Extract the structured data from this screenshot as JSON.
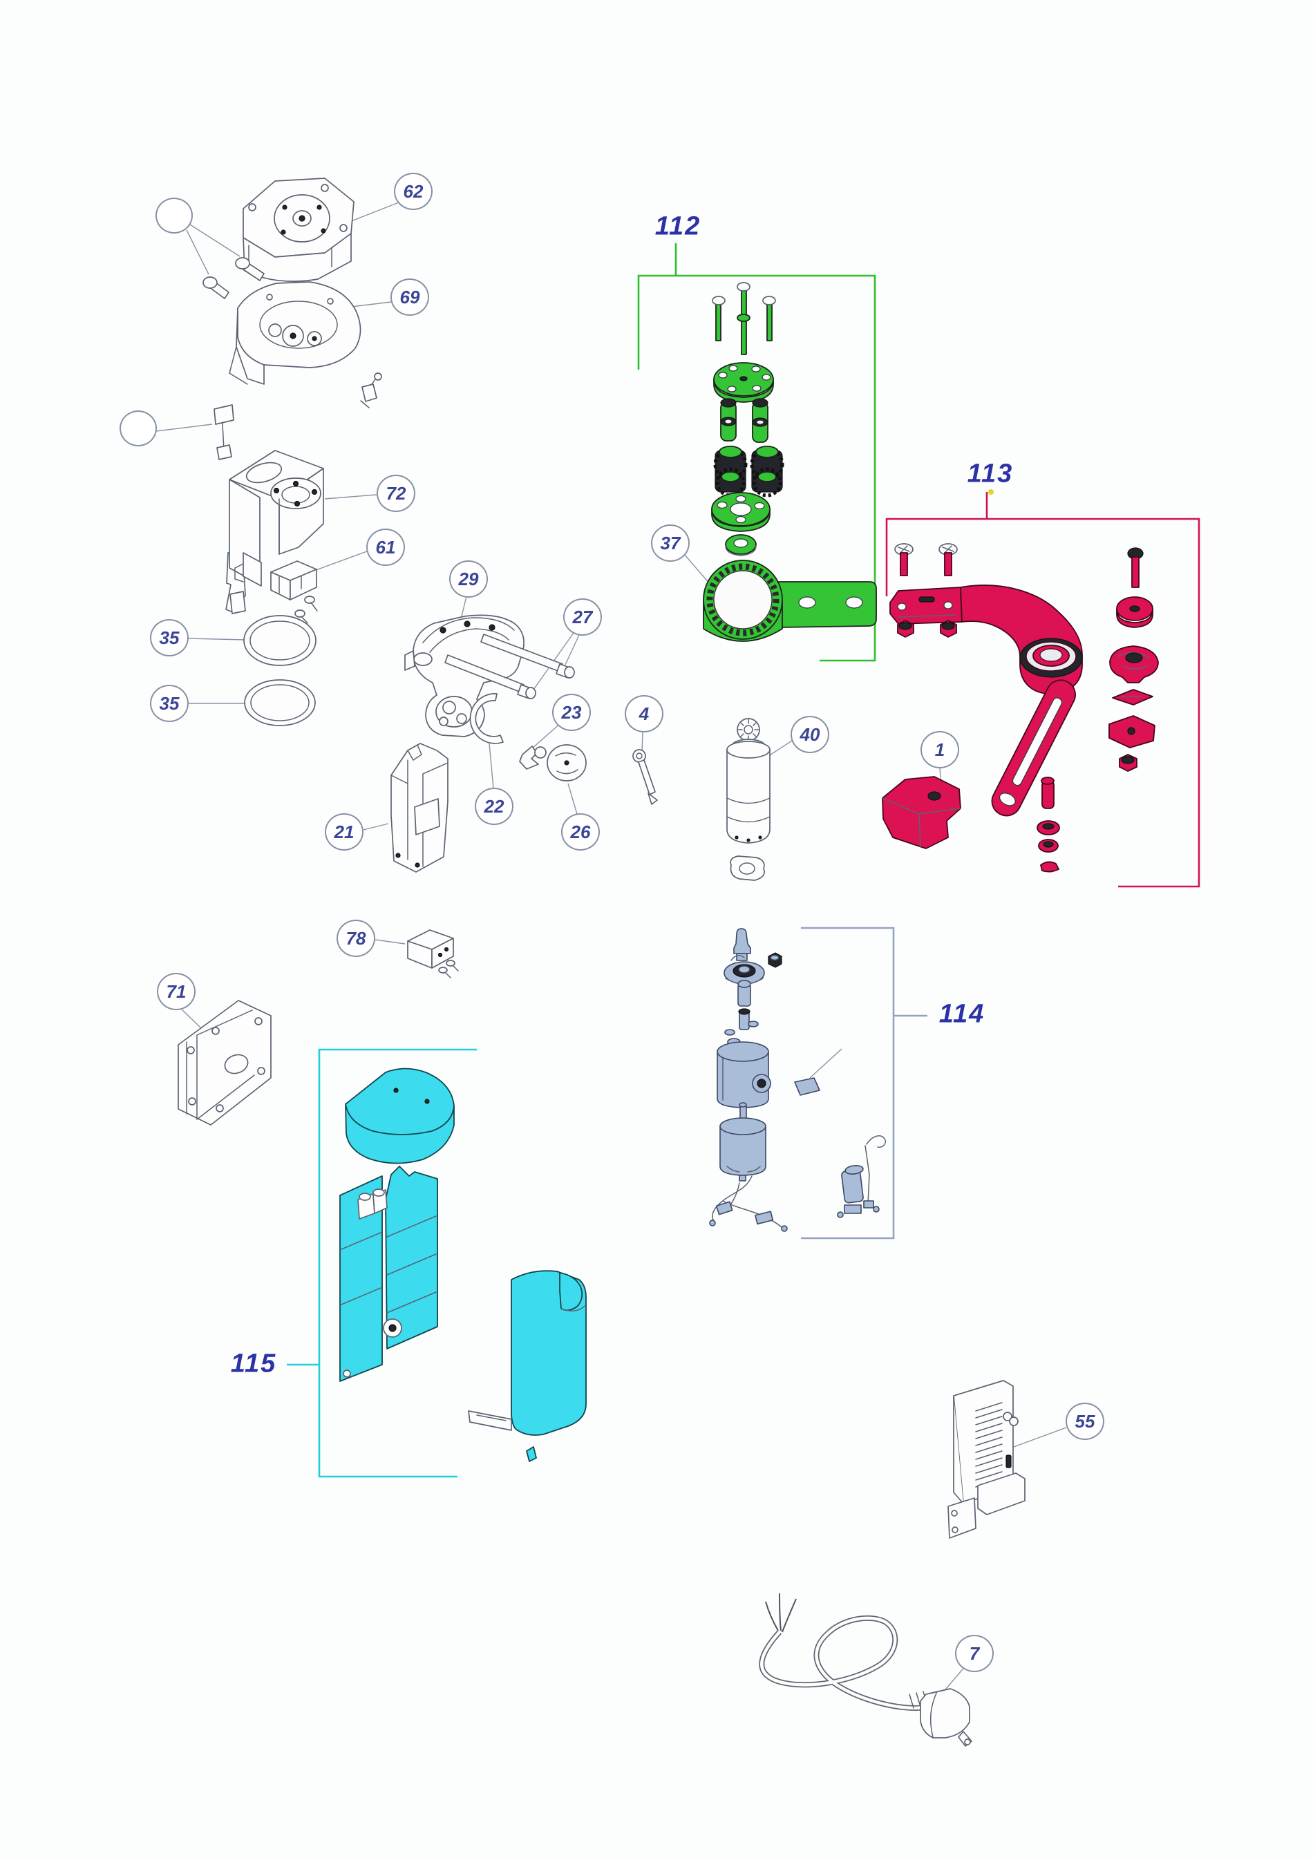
{
  "diagram": {
    "background": "#fcfdfd",
    "callouts": {
      "c62": {
        "label": "62"
      },
      "c69": {
        "label": "69"
      },
      "c72": {
        "label": "72"
      },
      "c61": {
        "label": "61"
      },
      "c35a": {
        "label": "35"
      },
      "c35b": {
        "label": "35"
      },
      "c29": {
        "label": "29"
      },
      "c27": {
        "label": "27"
      },
      "c23": {
        "label": "23"
      },
      "c4": {
        "label": "4"
      },
      "c22": {
        "label": "22"
      },
      "c26": {
        "label": "26"
      },
      "c21": {
        "label": "21"
      },
      "c37": {
        "label": "37"
      },
      "c40": {
        "label": "40"
      },
      "c1": {
        "label": "1"
      },
      "c78": {
        "label": "78"
      },
      "c71": {
        "label": "71"
      },
      "c55": {
        "label": "55"
      },
      "c7": {
        "label": "7"
      }
    },
    "groups": {
      "g112": {
        "label": "112",
        "color": "#2fbe2f"
      },
      "g113": {
        "label": "113",
        "color": "#d4114e"
      },
      "g114": {
        "label": "114",
        "color": "#93a2bd"
      },
      "g115": {
        "label": "115",
        "color": "#1ecfe2"
      }
    },
    "colors": {
      "green_parts": "#35c435",
      "crimson_parts": "#dc1253",
      "cyan_parts": "#3cdcee",
      "steel_parts": "#a9bdd9",
      "label_navy": "#2c31a6",
      "callout_text": "#3a4596",
      "line_gray": "#5b6372",
      "yellow_dot": "#e6d41f"
    }
  }
}
